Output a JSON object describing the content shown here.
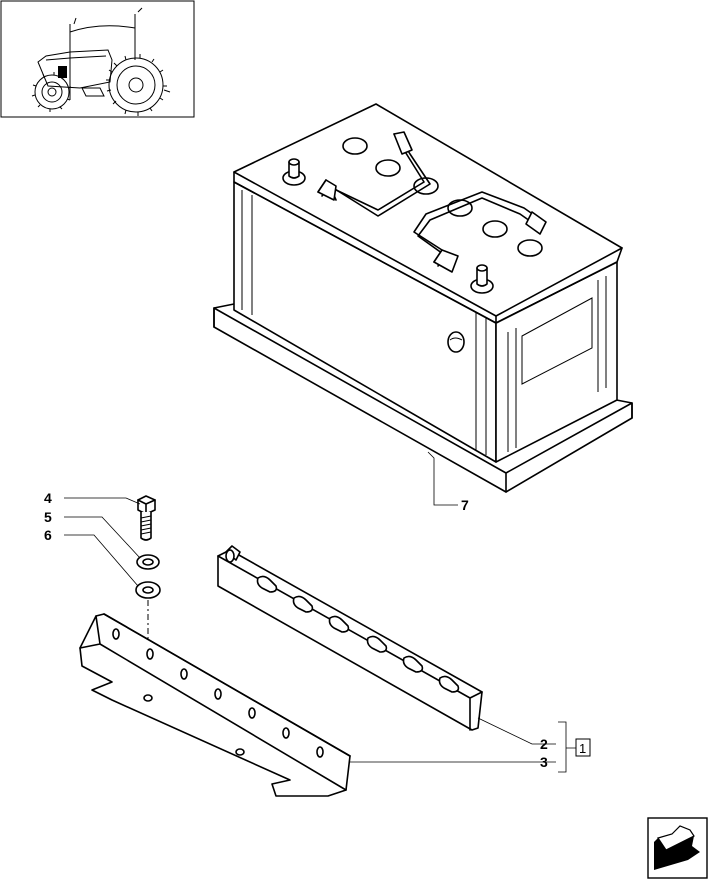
{
  "callouts": {
    "c4": "4",
    "c5": "5",
    "c6": "6",
    "c7": "7",
    "c2": "2",
    "c3": "3",
    "assembly_ref": "1"
  },
  "icons": {
    "thumbnail": "tractor-thumbnail-icon",
    "nav": "next-page-arrow-icon"
  }
}
